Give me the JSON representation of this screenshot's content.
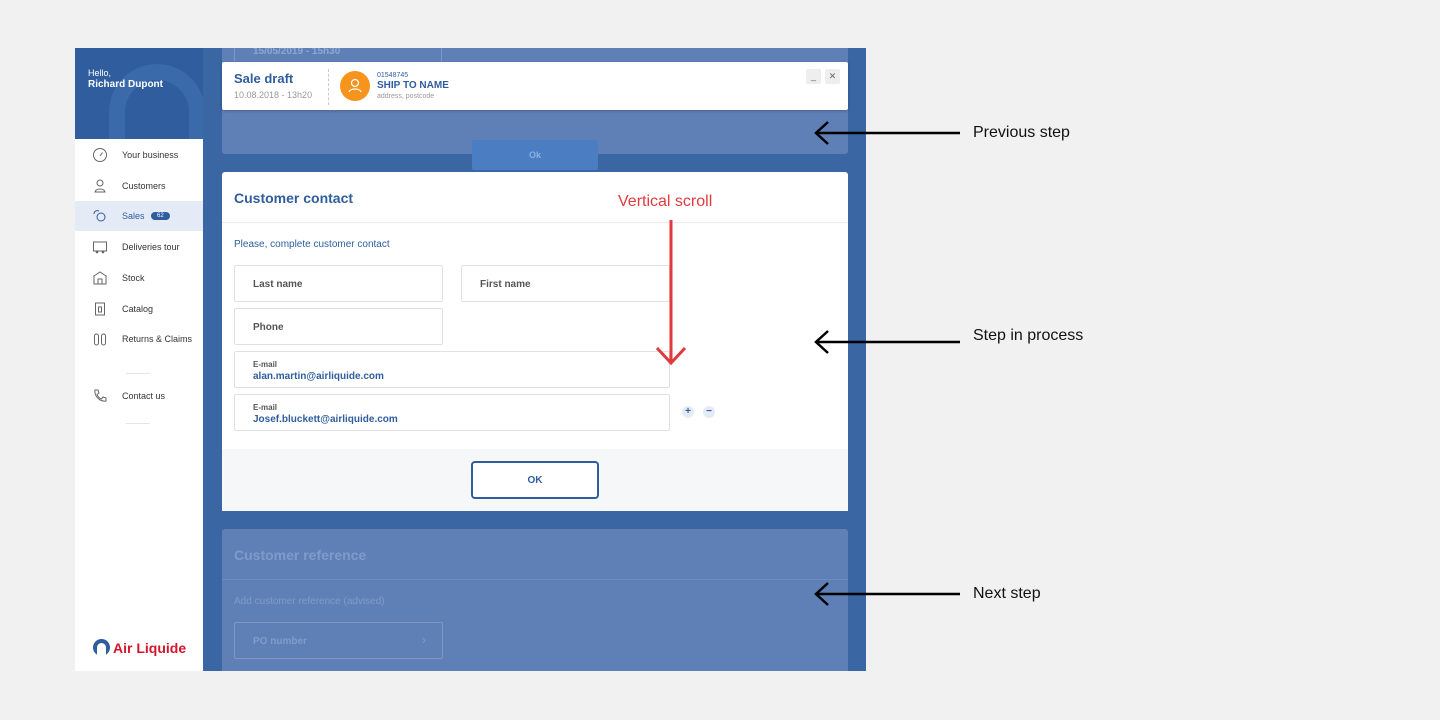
{
  "sidebar": {
    "greeting": "Hello,",
    "user_name": "Richard Dupont",
    "items": [
      {
        "label": "Your business",
        "icon": "speedometer-icon"
      },
      {
        "label": "Customers",
        "icon": "user-icon"
      },
      {
        "label": "Sales",
        "icon": "sales-icon",
        "badge": "62",
        "active": true
      },
      {
        "label": "Deliveries tour",
        "icon": "truck-icon"
      },
      {
        "label": "Stock",
        "icon": "warehouse-icon"
      },
      {
        "label": "Catalog",
        "icon": "catalog-icon"
      },
      {
        "label": "Returns & Claims",
        "icon": "cylinders-icon"
      }
    ],
    "contact": {
      "label": "Contact us",
      "icon": "phone-icon"
    },
    "logo_text": "Air Liquide"
  },
  "previous_step": {
    "date_value": "15/05/2019 - 15h30",
    "ok_label": "Ok"
  },
  "header": {
    "title": "Sale draft",
    "date": "10.08.2018 - 13h20",
    "account_number": "01548745",
    "ship_to": "SHIP TO NAME",
    "address": "address, postcode",
    "minimize": "_",
    "close": "✕"
  },
  "contact": {
    "title": "Customer contact",
    "subtitle": "Please, complete customer contact",
    "last_name_placeholder": "Last name",
    "first_name_placeholder": "First name",
    "phone_placeholder": "Phone",
    "emails": [
      {
        "label": "E-mail",
        "value": "alan.martin@airliquide.com"
      },
      {
        "label": "E-mail",
        "value": "Josef.bluckett@airliquide.com"
      }
    ],
    "add": "+",
    "remove": "−",
    "ok_label": "OK"
  },
  "next_step": {
    "title": "Customer reference",
    "subtitle": "Add customer reference (advised)",
    "po_placeholder": "PO number",
    "chevron": "›"
  },
  "annotations": {
    "previous": "Previous step",
    "current": "Step in process",
    "next": "Next step",
    "scroll": "Vertical scroll"
  },
  "colors": {
    "brand_blue": "#2f5d9d",
    "app_background": "#3a66a4",
    "avatar_orange": "#f7941d",
    "logo_red": "#d4162a",
    "annotation_red": "#e03a3e"
  }
}
